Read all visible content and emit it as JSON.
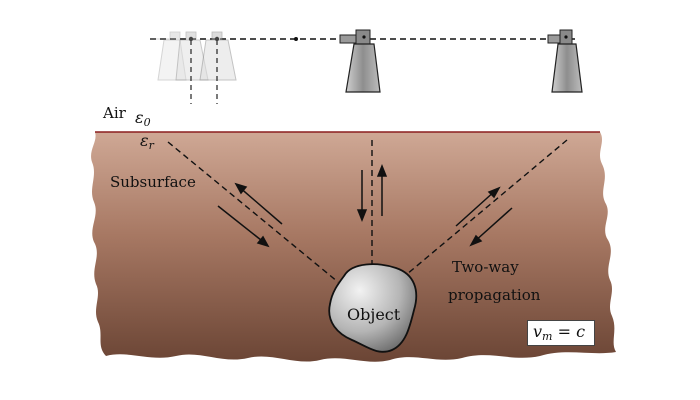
{
  "labels": {
    "air": "Air",
    "eps0_base": "ε",
    "eps0_sub": "0",
    "epsr_base": "ε",
    "epsr_sub": "r",
    "subsurface": "Subsurface",
    "two_way_line1": "Two-way",
    "two_way_line2": "propagation",
    "object": "Object",
    "vm_base": "v",
    "vm_sub": "m",
    "vm_rest": " = c"
  },
  "colors": {
    "ground_top": "#c9a08c",
    "ground_bottom": "#6e4937",
    "surface_line": "#8b1e1e",
    "object_light": "#e6e6e6",
    "object_dark": "#6b6b6b",
    "antenna_body": "#9a9a9a",
    "antenna_ghost": "#d5d5d5"
  },
  "icons": {
    "antenna": "horn-antenna-icon",
    "arrow": "propagation-arrow-icon"
  }
}
